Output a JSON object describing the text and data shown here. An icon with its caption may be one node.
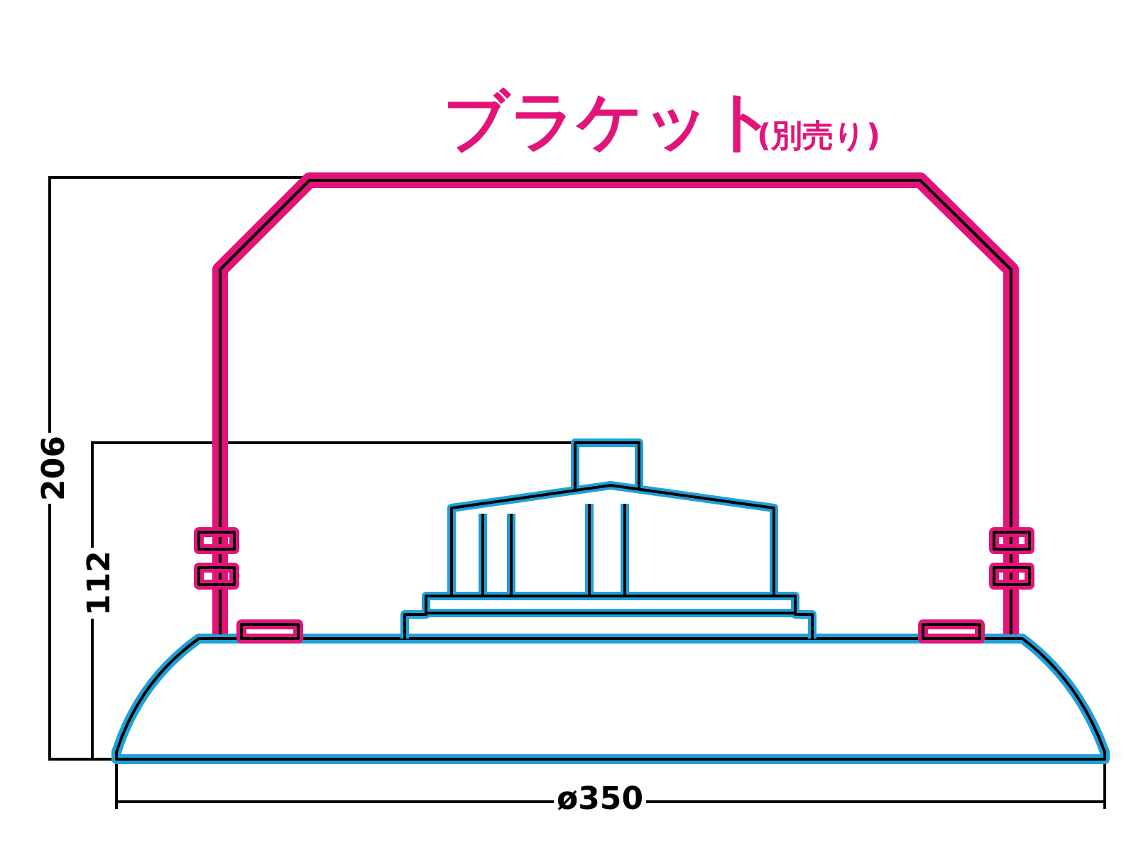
{
  "diagram": {
    "labels": [
      "ブラケット",
      "(別売り)",
      "206",
      "112",
      "ø350"
    ]
  }
}
